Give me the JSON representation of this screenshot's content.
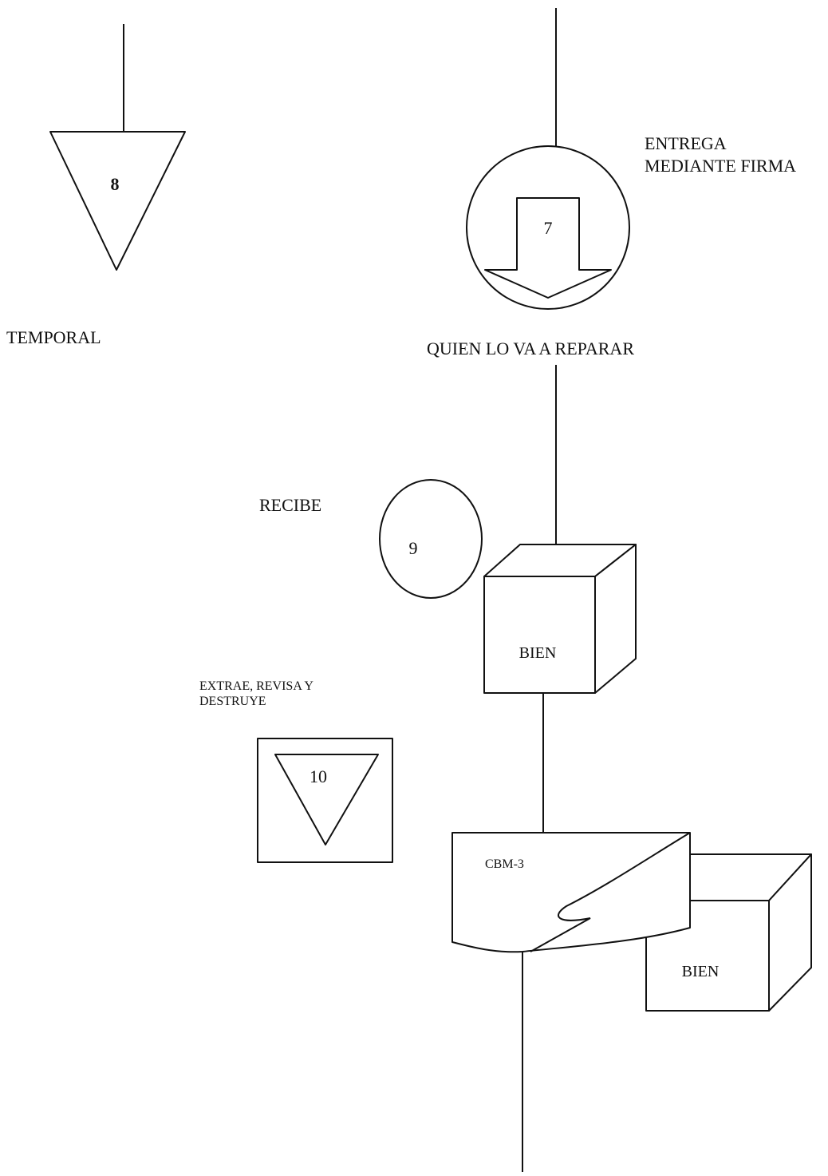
{
  "labels": {
    "step8_number": "8",
    "temporal": "TEMPORAL",
    "entrega_line1": "ENTREGA",
    "entrega_line2": "MEDIANTE FIRMA",
    "step7_number": "7",
    "quien_repara": "QUIEN LO VA A REPARAR",
    "recibe": "RECIBE",
    "step9_number": "9",
    "bien_upper": "BIEN",
    "extrae_line1": "EXTRAE, REVISA Y",
    "extrae_line2": "DESTRUYE",
    "step10_number": "10",
    "cbm3": "CBM-3",
    "bien_lower": "BIEN"
  }
}
